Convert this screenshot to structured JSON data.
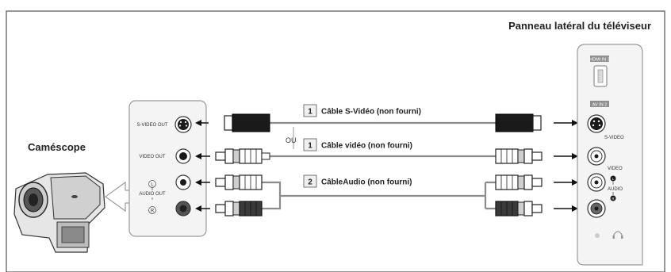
{
  "tv_panel_title": "Panneau latéral du téléviseur",
  "camcorder_label": "Caméscope",
  "camcorder": {
    "s_video_out": "S-VIDEO OUT",
    "video_out": "VIDEO OUT",
    "audio_out": "AUDIO OUT",
    "l_mark": "L",
    "r_mark": "R"
  },
  "tv": {
    "hdmi_in": "HDMI IN 3",
    "av_in": "AV IN 2",
    "s_video": "S-VIDEO",
    "video": "VIDEO",
    "audio": "AUDIO",
    "l_mark": "L",
    "r_mark": "R"
  },
  "cables": [
    {
      "number": "1",
      "label": "Câble S-Vidéo (non fourni)"
    },
    {
      "number": "1",
      "label": "Câble vidéo (non fourni)"
    },
    {
      "number": "2",
      "label": "CâbleAudio (non fourni)"
    }
  ],
  "or_label": "OU",
  "colors": {
    "cable_gray": "#8c8c8c",
    "plug_black": "#1a1a1a",
    "plug_dark": "#3a3a3a",
    "panel_fill": "#f4f4f4",
    "panel_stroke": "#9a9a9a",
    "arrow": "#111111"
  }
}
